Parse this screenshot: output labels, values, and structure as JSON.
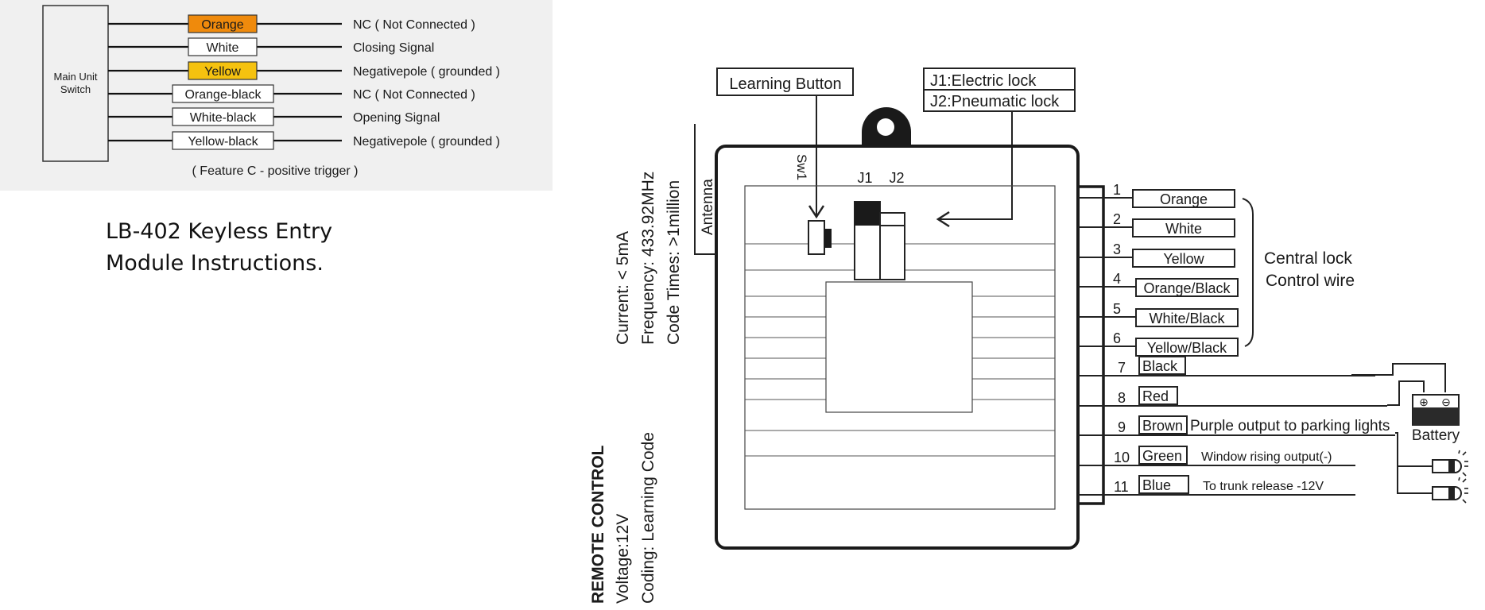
{
  "left_panel": {
    "main_unit_label": [
      "Main Unit",
      "Switch"
    ],
    "wires": [
      {
        "color_label": "Orange",
        "fill": "#ef8a0c",
        "function": "NC ( Not Connected )"
      },
      {
        "color_label": "White",
        "fill": "#ffffff",
        "function": "Closing Signal"
      },
      {
        "color_label": "Yellow",
        "fill": "#f5c20f",
        "function": "Negativepole ( grounded )"
      },
      {
        "color_label": "Orange-black",
        "fill": "#ffffff",
        "function": "NC ( Not Connected )"
      },
      {
        "color_label": "White-black",
        "fill": "#ffffff",
        "function": "Opening Signal"
      },
      {
        "color_label": "Yellow-black",
        "fill": "#ffffff",
        "function": "Negativepole ( grounded )"
      }
    ],
    "caption": "( Feature C - positive trigger )",
    "caption_color": "#8b3a1a",
    "background": "#f0f0f0"
  },
  "title": {
    "line1": "LB-402 Keyless Entry",
    "line2": "Module Instructions."
  },
  "module": {
    "callouts": {
      "learning_button": "Learning Button",
      "j1": "J1:Electric lock",
      "j2": "J2:Pneumatic lock"
    },
    "board_labels": {
      "sw1": "Sw1",
      "j1": "J1",
      "j2": "J2",
      "antenna": "Antenna"
    },
    "specs": [
      "Current:  < 5mA",
      "Frequency: 433.92MHz",
      "Code Times: >1million"
    ],
    "remote": {
      "heading": "REMOTE CONTROL",
      "voltage": "Voltage:12V",
      "coding": "Coding: Learning Code"
    },
    "wires": [
      {
        "num": "1",
        "label": "Orange",
        "note": ""
      },
      {
        "num": "2",
        "label": "White",
        "note": ""
      },
      {
        "num": "3",
        "label": "Yellow",
        "note": ""
      },
      {
        "num": "4",
        "label": "Orange/Black",
        "note": ""
      },
      {
        "num": "5",
        "label": "White/Black",
        "note": ""
      },
      {
        "num": "6",
        "label": "Yellow/Black",
        "note": ""
      },
      {
        "num": "7",
        "label": "Black",
        "note": ""
      },
      {
        "num": "8",
        "label": "Red",
        "note": ""
      },
      {
        "num": "9",
        "label": "Brown",
        "note": "Purple output to parking lights"
      },
      {
        "num": "10",
        "label": "Green",
        "note": "Window rising output(-)"
      },
      {
        "num": "11",
        "label": "Blue",
        "note": "To trunk release -12V"
      }
    ],
    "group_label": [
      "Central lock",
      "Control wire"
    ],
    "battery": {
      "label": "Battery",
      "plus": "⊕",
      "minus": "⊖"
    }
  }
}
